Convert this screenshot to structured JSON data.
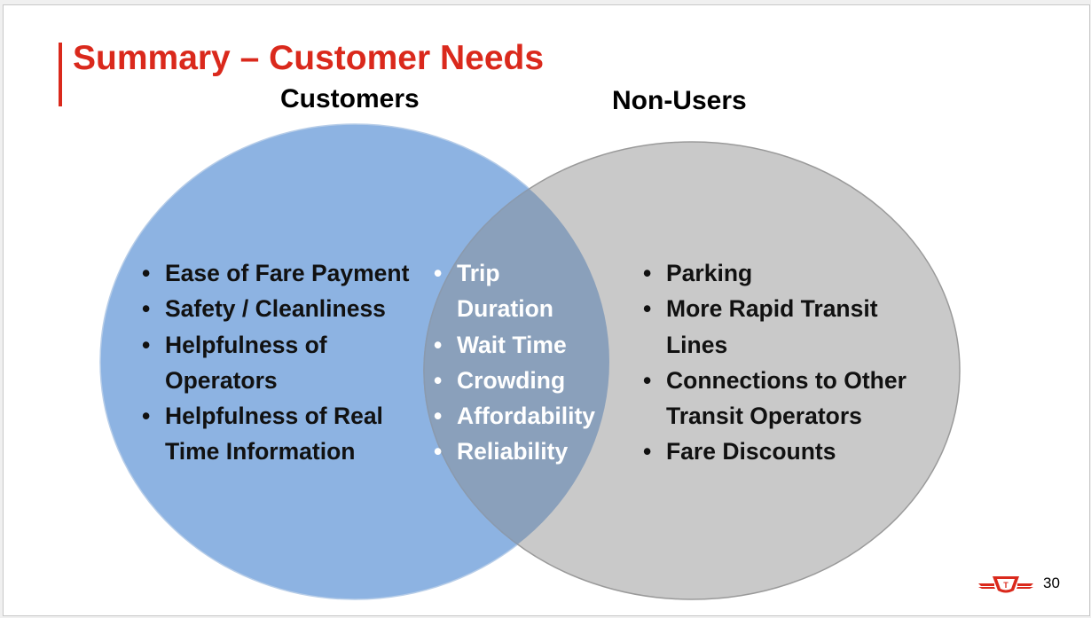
{
  "title": "Summary – Customer Needs",
  "left_heading": "Customers",
  "right_heading": "Non-Users",
  "customers_only": [
    {
      "l1": "Ease of Fare Payment"
    },
    {
      "l1": "Safety / Cleanliness"
    },
    {
      "l1": "Helpfulness of",
      "l2": "Operators"
    },
    {
      "l1": "Helpfulness of Real",
      "l2": "Time Information"
    }
  ],
  "shared": [
    {
      "l1": "Trip",
      "l2": "Duration"
    },
    {
      "l1": "Wait Time"
    },
    {
      "l1": "Crowding"
    },
    {
      "l1": "Affordability"
    },
    {
      "l1": "Reliability"
    }
  ],
  "non_users_only": [
    {
      "l1": "Parking"
    },
    {
      "l1": "More Rapid Transit",
      "l2": "Lines"
    },
    {
      "l1": "Connections to Other",
      "l2": "Transit Operators"
    },
    {
      "l1": "Fare Discounts"
    }
  ],
  "page_number": "30",
  "colors": {
    "accent": "#da291c",
    "customers_circle": "#8db3e2",
    "non_users_circle": "#c9c9c9",
    "overlap": "#8aa0bb"
  }
}
